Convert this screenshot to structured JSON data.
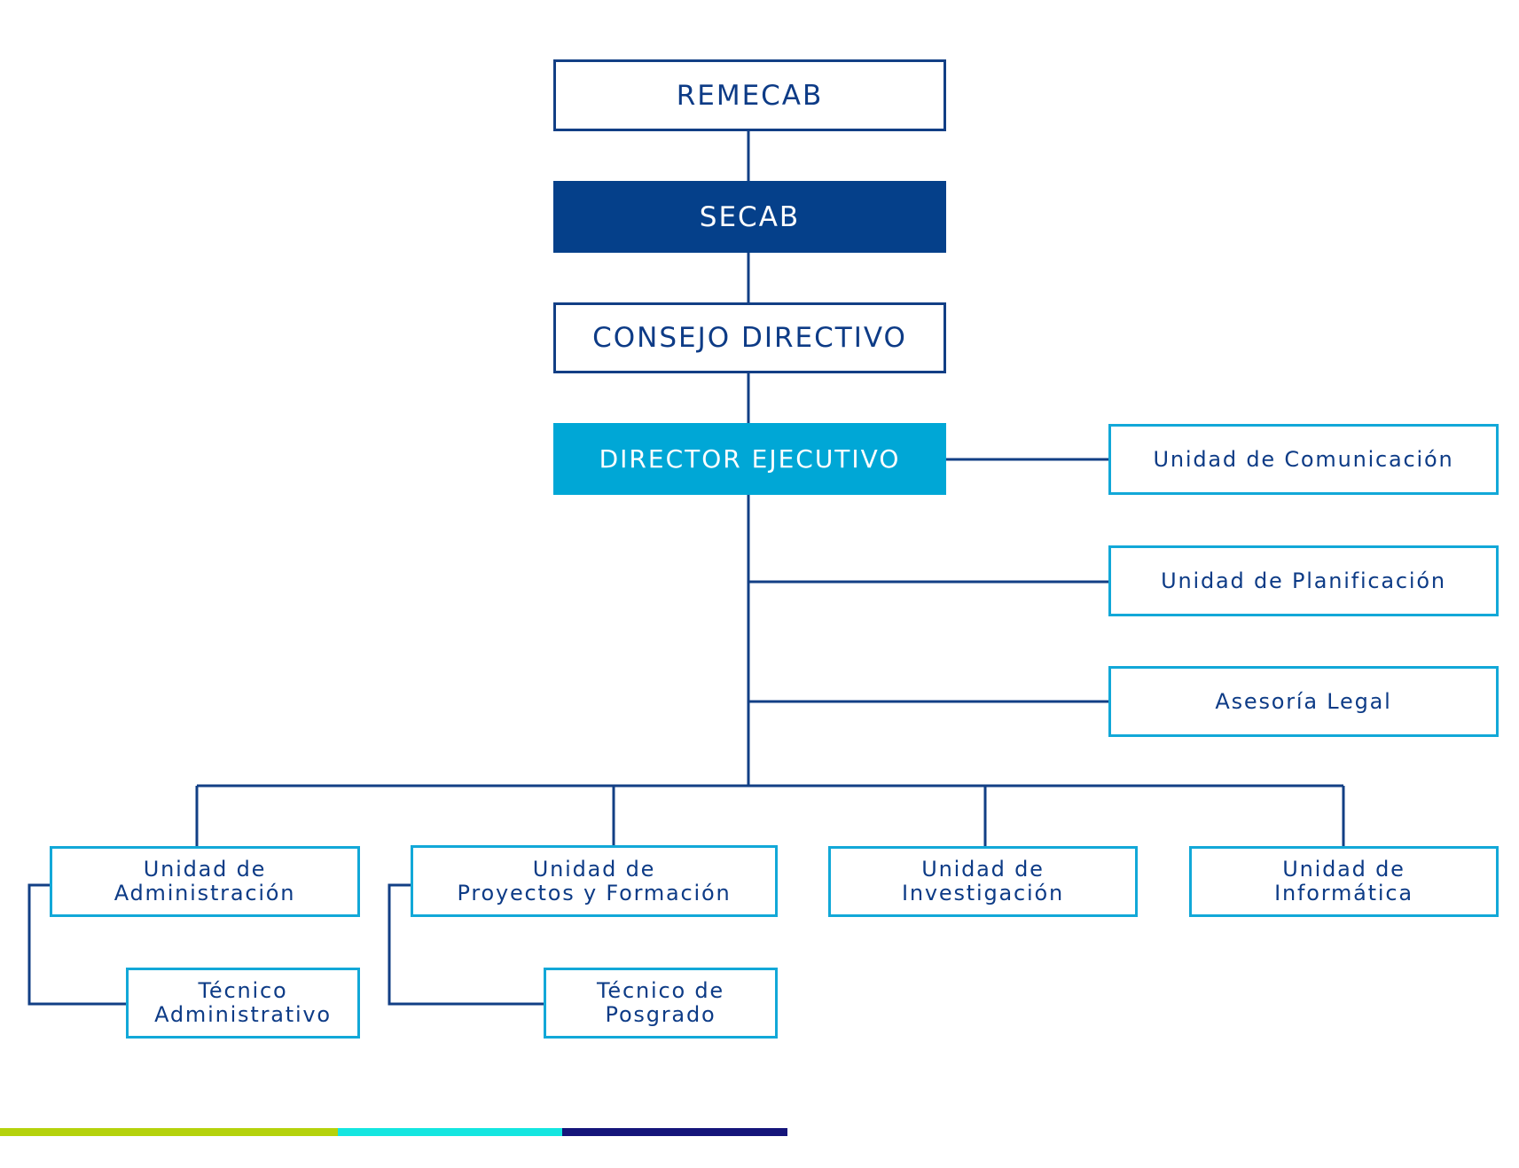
{
  "org_chart": {
    "top_level": "REMECAB",
    "secretariat": "SECAB",
    "board": "CONSEJO DIRECTIVO",
    "director": "DIRECTOR EJECUTIVO",
    "staff_units": [
      "Unidad de Comunicación",
      "Unidad de Planificación",
      "Asesoría Legal"
    ],
    "operational_units": [
      "Unidad de\nAdministración",
      "Unidad de\nProyectos y Formación",
      "Unidad de\nInvestigación",
      "Unidad de\nInformática"
    ],
    "sub_units": [
      "Técnico\nAdministrativo",
      "Técnico de\nPosgrado"
    ]
  },
  "colors": {
    "connector": "#123f85",
    "dark_blue": "#05408a",
    "light_blue": "#00a7d6",
    "footer_green": "#b5d20c",
    "footer_cyan": "#14e6e0",
    "footer_navy": "#15157a"
  }
}
